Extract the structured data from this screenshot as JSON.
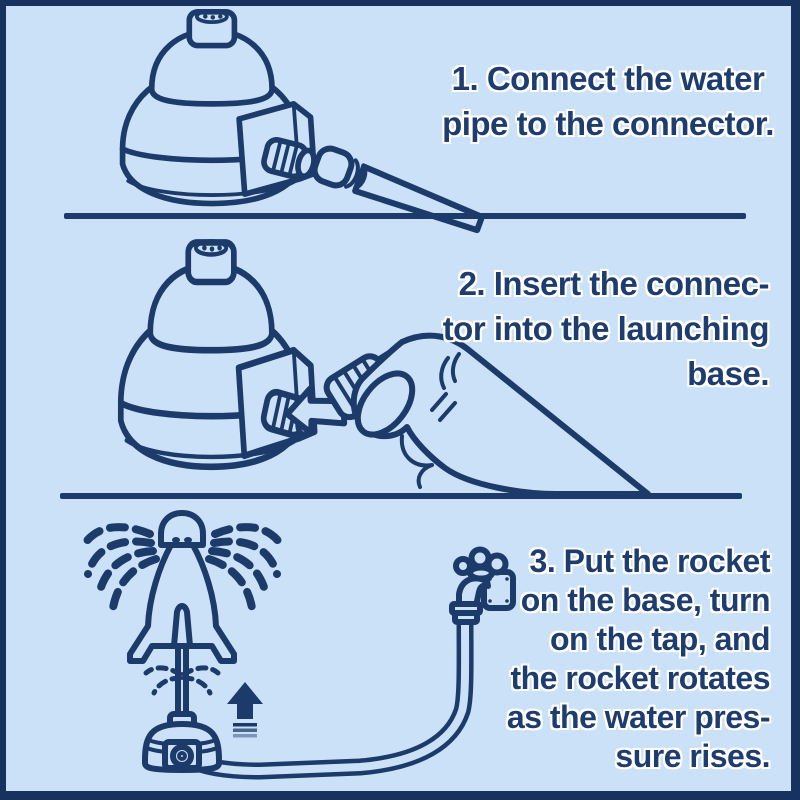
{
  "poster": {
    "type": "instruction-sheet",
    "palette": {
      "background": "#cbe1f7",
      "ink": "#1d3b6a",
      "frame": "#17325e",
      "text": "#1e3c6d",
      "text_outline": "#ffffff"
    },
    "steps": [
      {
        "number": "1",
        "lines": [
          "1. Connect the water",
          "pipe to the connector."
        ],
        "figures": [
          "launching-base",
          "water-pipe"
        ]
      },
      {
        "number": "2",
        "lines": [
          "2. Insert the connec-",
          "tor into the launching",
          "base."
        ],
        "figures": [
          "launching-base",
          "left-arrow",
          "hand-with-connector"
        ]
      },
      {
        "number": "3",
        "lines": [
          "3. Put the rocket",
          "on the base, turn",
          "on the tap, and",
          "the rocket rotates",
          "as the water pres-",
          "sure rises."
        ],
        "figures": [
          "rocket-spraying-water",
          "launch-base",
          "up-arrow",
          "garden-hose",
          "water-tap"
        ]
      }
    ]
  }
}
